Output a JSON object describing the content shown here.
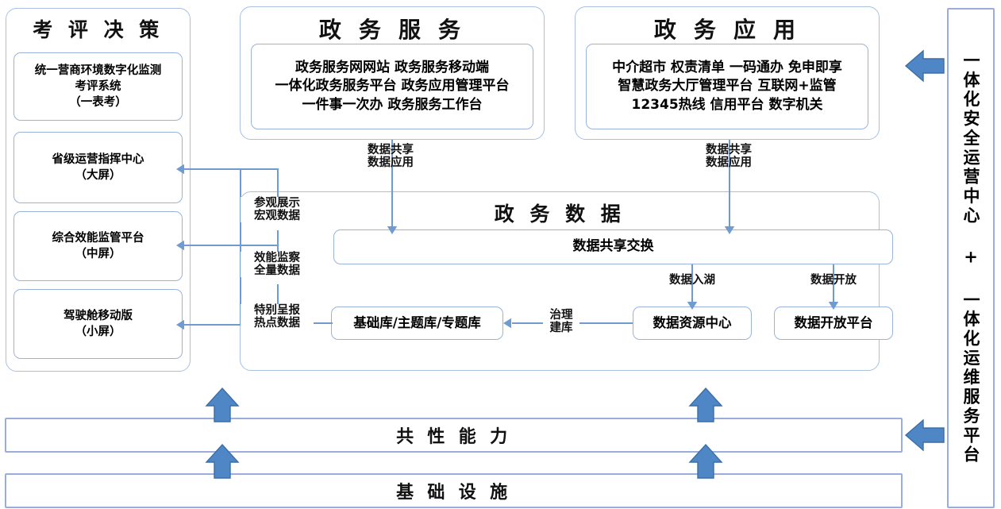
{
  "colors": {
    "box_border": "#9ab3dd",
    "line": "#6f9bd1",
    "arrow_fill": "#4f87c6",
    "arrow_border": "#3b6ea5",
    "text": "#111111",
    "background": "#ffffff"
  },
  "left_column": {
    "title": "考 评 决 策",
    "items": [
      {
        "label": "统一营商环境数字化监测\n考评系统\n（一表考）"
      },
      {
        "label": "省级运营指挥中心\n（大屏）"
      },
      {
        "label": "综合效能监管平台\n（中屏）"
      },
      {
        "label": "驾驶舱移动版\n（小屏）"
      }
    ]
  },
  "gov_service": {
    "title": "政 务 服 务",
    "content": "政务服务网网站 政务服务移动端\n一体化政务服务平台 政务应用管理平台\n一件事一次办 政务服务工作台"
  },
  "gov_application": {
    "title": "政 务 应 用",
    "content": "中介超市 权责清单 一码通办 免申即享\n智慧政务大厅管理平台 互联网+监管\n12345热线 信用平台 数字机关"
  },
  "gov_data": {
    "title": "政 务 数 据",
    "exchange": "数据共享交换",
    "library": "基础库/主题库/专题库",
    "resource_center": "数据资源中心",
    "open_platform": "数据开放平台"
  },
  "flow_labels": {
    "share_apply_left": "数据共享\n数据应用",
    "share_apply_right": "数据共享\n数据应用",
    "visit_display": "参观展示\n宏观数据",
    "efficiency_supervision": "效能监察\n全量数据",
    "special_report": "特别呈报\n热点数据",
    "governance_build": "治理\n建库",
    "data_into_lake": "数据入湖",
    "data_open": "数据开放"
  },
  "bottom_bars": [
    {
      "label": "共 性 能 力"
    },
    {
      "label": "基 础 设 施"
    }
  ],
  "right_column": {
    "label": "一体化安全运营中心 + 一体化运维服务平台"
  },
  "icons": {
    "up_arrow": "up-arrow-icon",
    "left_arrow": "left-arrow-icon",
    "down_arrow_head": "down-arrowhead-icon",
    "left_arrow_head": "left-arrowhead-icon"
  }
}
